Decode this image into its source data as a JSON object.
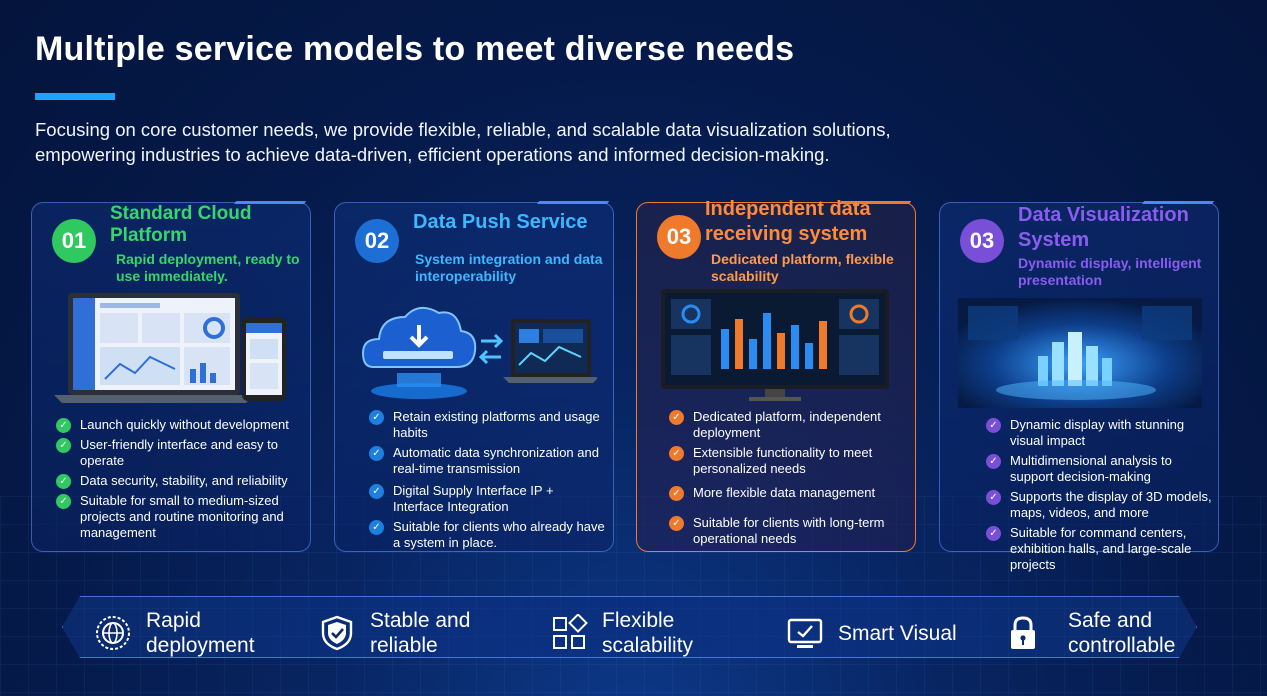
{
  "header": {
    "title": "Multiple service models to meet diverse needs",
    "subtitle_line1": "Focusing on core customer needs, we provide flexible, reliable, and scalable data visualization solutions,",
    "subtitle_line2": "empowering industries to achieve data-driven, efficient operations and informed decision-making."
  },
  "colors": {
    "card1": "#2fd36a",
    "card2": "#22a8f5",
    "card3": "#f07a2c",
    "card4": "#7a4fd8",
    "accent": "#1aa3ff"
  },
  "cards": [
    {
      "number": "01",
      "title": "Standard Cloud Platform",
      "subtitle": "Rapid deployment, ready to use immediately.",
      "items": [
        "Launch quickly without development",
        "User-friendly interface and easy to operate",
        "Data security, stability, and reliability",
        "Suitable for small to medium-sized projects and routine monitoring and management"
      ]
    },
    {
      "number": "02",
      "title": "Data Push Service",
      "subtitle": "System integration and data interoperability",
      "items": [
        "Retain existing platforms and usage habits",
        "Automatic data synchronization and real-time transmission",
        "Digital Supply Interface IP + Interface Integration",
        "Suitable for clients who already have a system in place."
      ]
    },
    {
      "number": "03",
      "title": "Independent data receiving system",
      "subtitle": "Dedicated platform, flexible scalability",
      "items": [
        "Dedicated platform, independent deployment",
        "Extensible functionality to meet personalized needs",
        "More flexible data management",
        "Suitable for clients with long-term operational needs"
      ]
    },
    {
      "number": "03",
      "title": "Data Visualization System",
      "subtitle": "Dynamic display, intelligent presentation",
      "items": [
        "Dynamic display with stunning visual impact",
        "Multidimensional analysis to support decision-making",
        "Supports the display of 3D models, maps, videos, and more",
        "Suitable for command centers, exhibition halls, and large-scale projects"
      ]
    }
  ],
  "features": [
    {
      "label_line1": "Rapid",
      "label_line2": "deployment",
      "icon": "globe-icon"
    },
    {
      "label_line1": "Stable and",
      "label_line2": "reliable",
      "icon": "shield-check-icon"
    },
    {
      "label_line1": "Flexible",
      "label_line2": "scalability",
      "icon": "grid-blocks-icon"
    },
    {
      "label_line1": "Smart Visual",
      "label_line2": "",
      "icon": "monitor-icon"
    },
    {
      "label_line1": "Safe and",
      "label_line2": "controllable",
      "icon": "lock-icon"
    }
  ]
}
